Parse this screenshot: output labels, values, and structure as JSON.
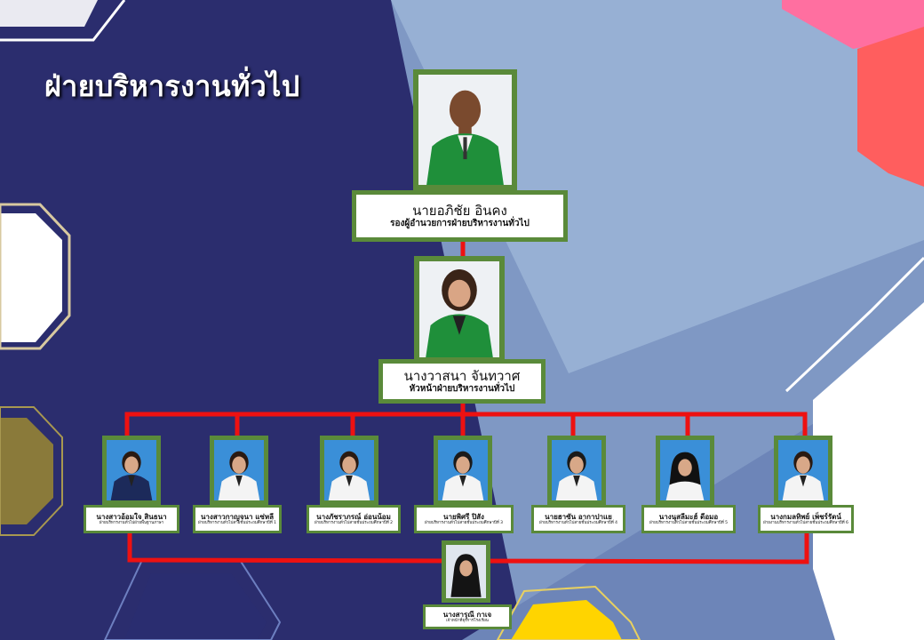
{
  "title": "ฝ่ายบริหารงานทั่วไป",
  "colors": {
    "frame": "#5a8a3a",
    "connector": "#ee1111",
    "jacket": "#1f8f3a"
  },
  "director": {
    "name": "นายอภิชัย อินคง",
    "position": "รองผู้อำนวยการฝ่ายบริหารงานทั่วไป"
  },
  "head": {
    "name": "นางวาสนา จันทวาศ",
    "position": "หัวหน้าฝ่ายบริหารงานทั่วไป"
  },
  "staff": [
    {
      "name": "นางสาวอ้อมใจ สินธนา",
      "position": "ฝ่ายบริหารงานทั่วไปฝ่ายพื้นฐานภาษา"
    },
    {
      "name": "นางสาวกาญจนา แซ่หลี",
      "position": "ฝ่ายบริหารงานทั่วไปสายชั้นประถมศึกษาปีที่ 1"
    },
    {
      "name": "นางภัชราภรณ์ อ่อนน้อม",
      "position": "ฝ่ายบริหารงานทั่วไปสายชั้นประถมศึกษาปีที่ 2"
    },
    {
      "name": "นายพิศรี ปิสัง",
      "position": "ฝ่ายบริหารงานทั่วไปสายชั้นประถมศึกษาปีที่ 3"
    },
    {
      "name": "นายฮาซัน อากาปาแย",
      "position": "ฝ่ายบริหารงานทั่วไปสายชั้นประถมศึกษาปีที่ 4"
    },
    {
      "name": "นางนุสลีมะฮ์ ดีอมอ",
      "position": "ฝ่ายบริหารงานทั่วไปสายชั้นประถมศึกษาปีที่ 5"
    },
    {
      "name": "นางกมลทิพย์ เพ็ชร์รัตน์",
      "position": "ฝ่ายงานบริหารงานทั่วไปสายชั้นประถมศึกษาปีที่ 6"
    }
  ],
  "assistant": {
    "name": "นางสารุณี กาเจ",
    "position": "เจ้าหน้าที่ธุรการโรงเรียน"
  }
}
